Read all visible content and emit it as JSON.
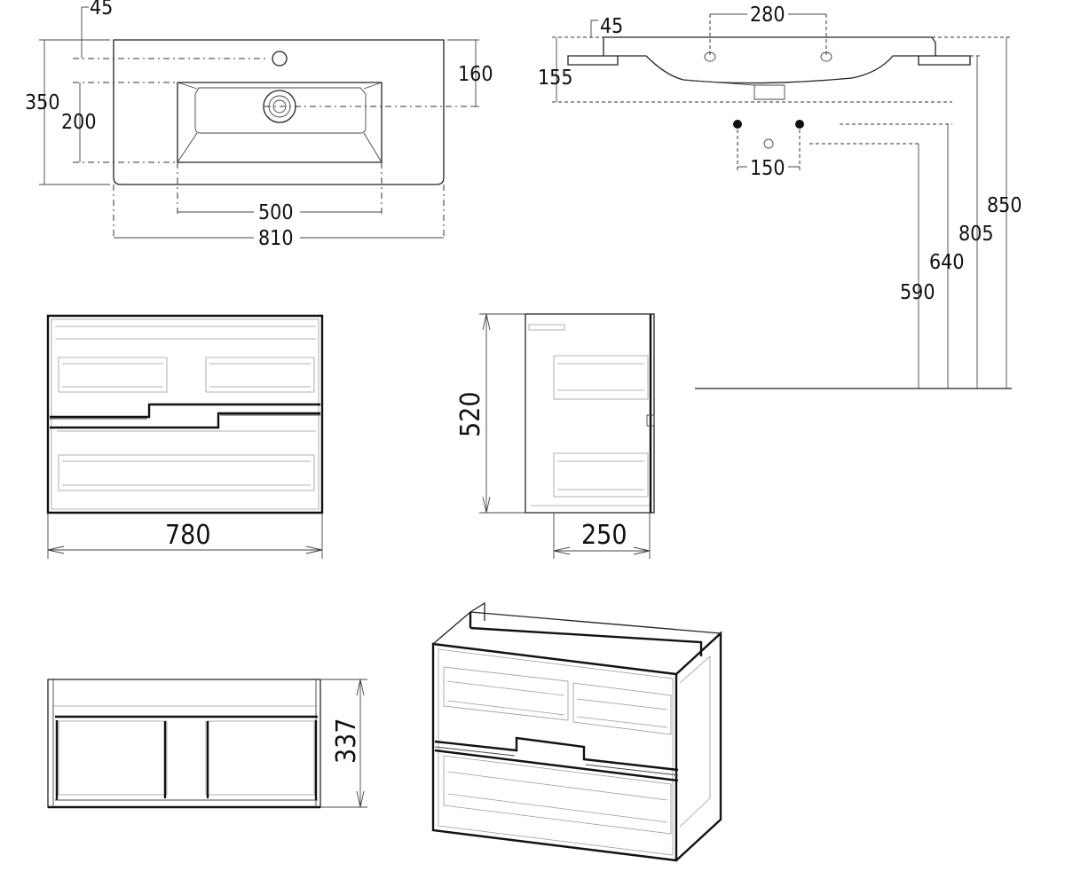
{
  "basin_top": {
    "tap_offset": "45",
    "width": "810",
    "depth": "350",
    "bowl_depth": "200",
    "bowl_width": "500",
    "tap_to_drain": "160"
  },
  "basin_side": {
    "tap_offset": "45",
    "fixing_spacing": "280",
    "height": "155",
    "fitting_spacing": "150",
    "height_850": "850",
    "height_805": "805",
    "height_640": "640",
    "height_590": "590"
  },
  "cabinet": {
    "width": "780",
    "height": "520",
    "depth": "250",
    "inner_height": "337"
  }
}
